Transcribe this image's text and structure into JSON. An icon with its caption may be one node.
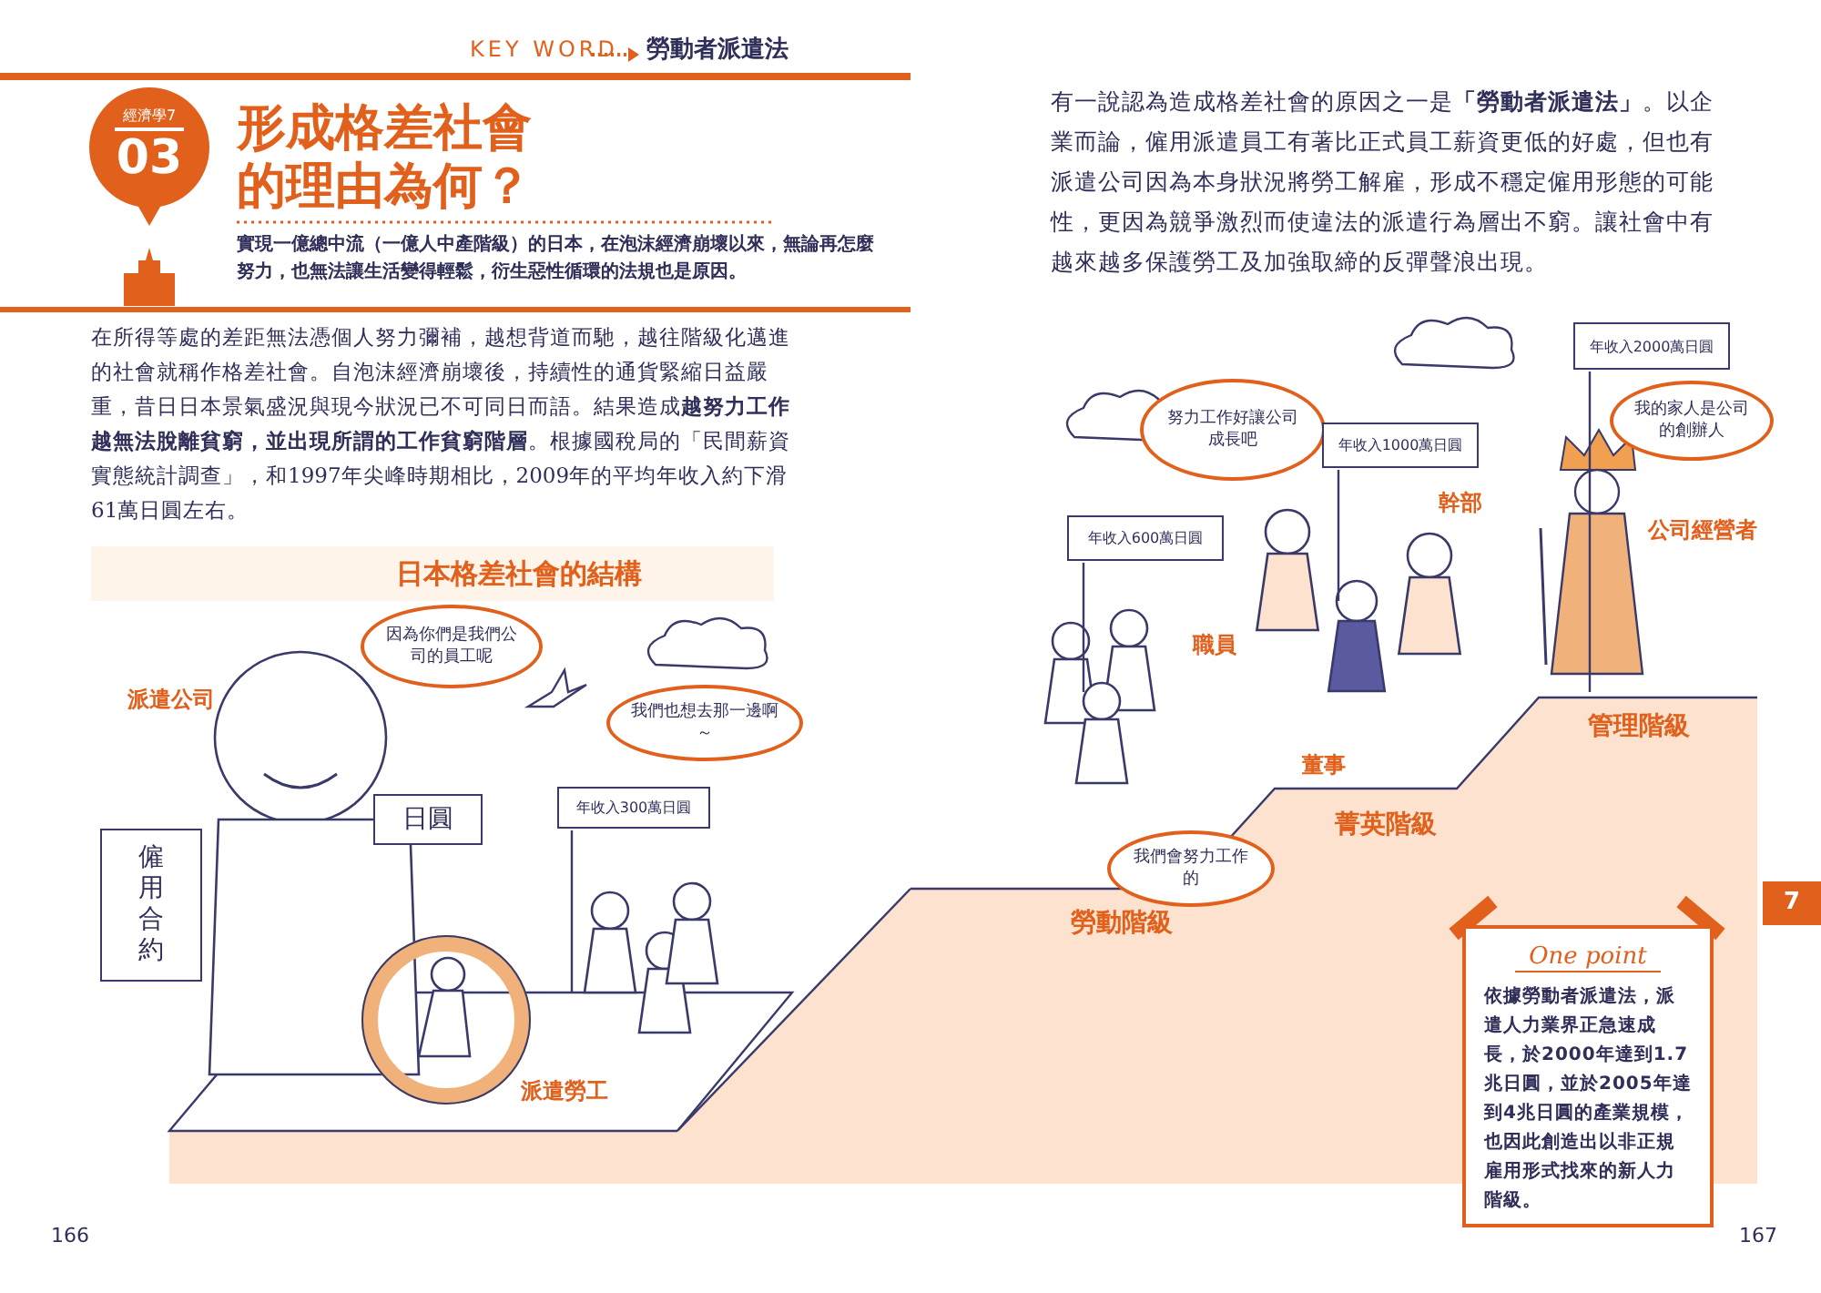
{
  "diagram": {
    "title": "形成格差社會的理由為何？",
    "nodes": [
      {
        "text": [
          "經濟學7",
          "03"
        ]
      },
      {
        "text": [
          "因為你們是我們公司的員工呢"
        ]
      },
      {
        "text": [
          "我們也想去那一邊啊～"
        ]
      },
      {
        "text": [
          "僱用合約"
        ]
      },
      {
        "text": [
          "日圓"
        ]
      },
      {
        "text": [
          "年收入300萬日圓"
        ]
      },
      {
        "text": [
          "努力工作好讓公司成長吧"
        ]
      },
      {
        "text": [
          "年收入2000萬日圓"
        ]
      },
      {
        "text": [
          "我的家人是公司的創辦人"
        ]
      },
      {
        "text": [
          "年收入1000萬日圓"
        ]
      },
      {
        "text": [
          "年收入600萬日圓"
        ]
      },
      {
        "text": [
          "我們會努力工作的"
        ]
      },
      {
        "text": [
          "7"
        ]
      },
      {
        "text": [
          "One point",
          "依據勞動者派遣法，派遣人力業界正急速成長，於2000年達到1.7兆日圓，並於2005年達到4兆日圓的產業規模，也因此創造出以非正規雇用形式找來的新人力階級。"
        ]
      }
    ],
    "labels": [
      "KEY WORD",
      "勞動者派遣法",
      "實現一億總中流（一億人中產階級）的日本，在泡沫經濟崩壞以來，無論再怎麼努力，也無法讓生活變得輕鬆，衍生惡性循環的法規也是原因。",
      "在所得等處的差距無法憑個人努力彌補，越想背道而馳，越往階級化邁進的社會就稱作格差社會。自泡沫經濟崩壞後，持續性的通貨緊縮日益嚴重，昔日日本景氣盛況與現今狀況已不可同日而語。結果造成**越努力工作越無法脫離貧窮，並出現所謂的工作貧窮階層**。根據國稅局的「民間薪資實態統計調查」，和1997年尖峰時期相比，2009年的平均年收入約下滑61萬日圓左右。",
      "日本格差社會的結構",
      "派遣公司",
      "派遣勞工",
      "166",
      "有一說認為造成格差社會的原因之一是**「勞動者派遣法」**。以企業而論，僱用派遣員工有著比正式員工薪資更低的好處，但也有派遣公司因為本身狀況將勞工解雇，形成不穩定僱用形態的可能性，更因為競爭激烈而使違法的派遣行為層出不窮。讓社會中有越來越多保護勞工及加強取締的反彈聲浪出現。",
      "幹部",
      "公司經營者",
      "職員",
      "董事",
      "菁英階級",
      "勞動階級",
      "管理階級",
      "167"
    ]
  }
}
